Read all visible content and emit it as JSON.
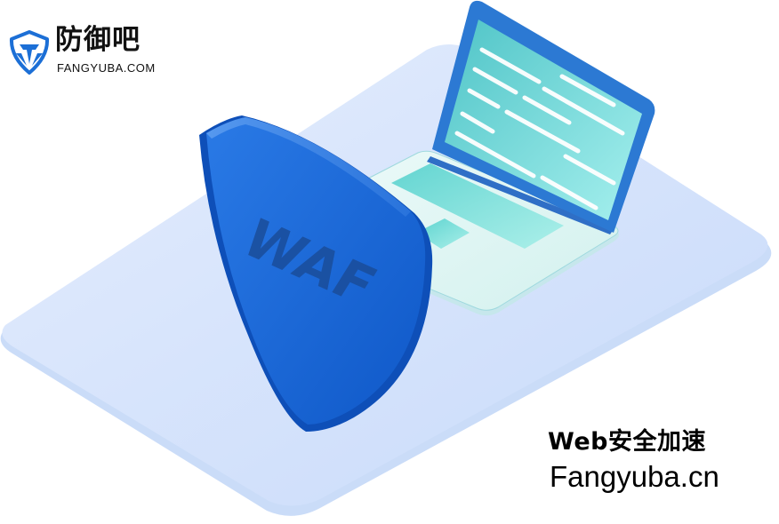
{
  "brand": {
    "name": "防御吧",
    "domain": "FANGYUBA.COM",
    "logo_icon": "shield-logo-icon"
  },
  "illustration": {
    "shield_text": "WAF",
    "laptop_icon": "laptop-icon",
    "shield_icon": "waf-shield-icon"
  },
  "caption": {
    "tagline": "Web安全加速",
    "site": "Fangyuba.cn"
  },
  "colors": {
    "platform": "#cfe0fb",
    "shield": "#1565d8",
    "laptop_body": "#2f7fd6",
    "screen": "#5fd0d0",
    "attack_lines": "#e8212a",
    "brand_blue": "#1c6fd6",
    "text": "#111111"
  }
}
